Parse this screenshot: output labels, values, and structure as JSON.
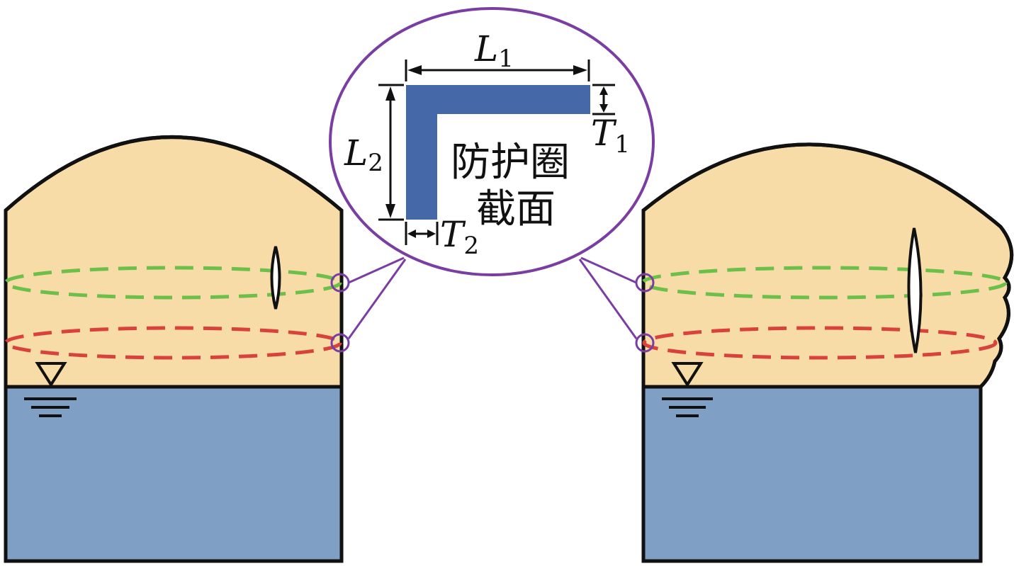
{
  "colors": {
    "fill_tan": "#f8dca8",
    "water": "#7f9fc5",
    "ring_green": "#6cc04a",
    "ring_red": "#d9423c",
    "accent_purple": "#7a3ea3",
    "section_blue": "#4468a8",
    "outline": "#111111"
  },
  "inset": {
    "label_L1_main": "L",
    "label_L1_sub": "1",
    "label_L2_main": "L",
    "label_L2_sub": "2",
    "label_T1_main": "T",
    "label_T1_sub": "1",
    "label_T2_main": "T",
    "label_T2_sub": "2",
    "caption_line1": "防护圈",
    "caption_line2": "截面"
  }
}
